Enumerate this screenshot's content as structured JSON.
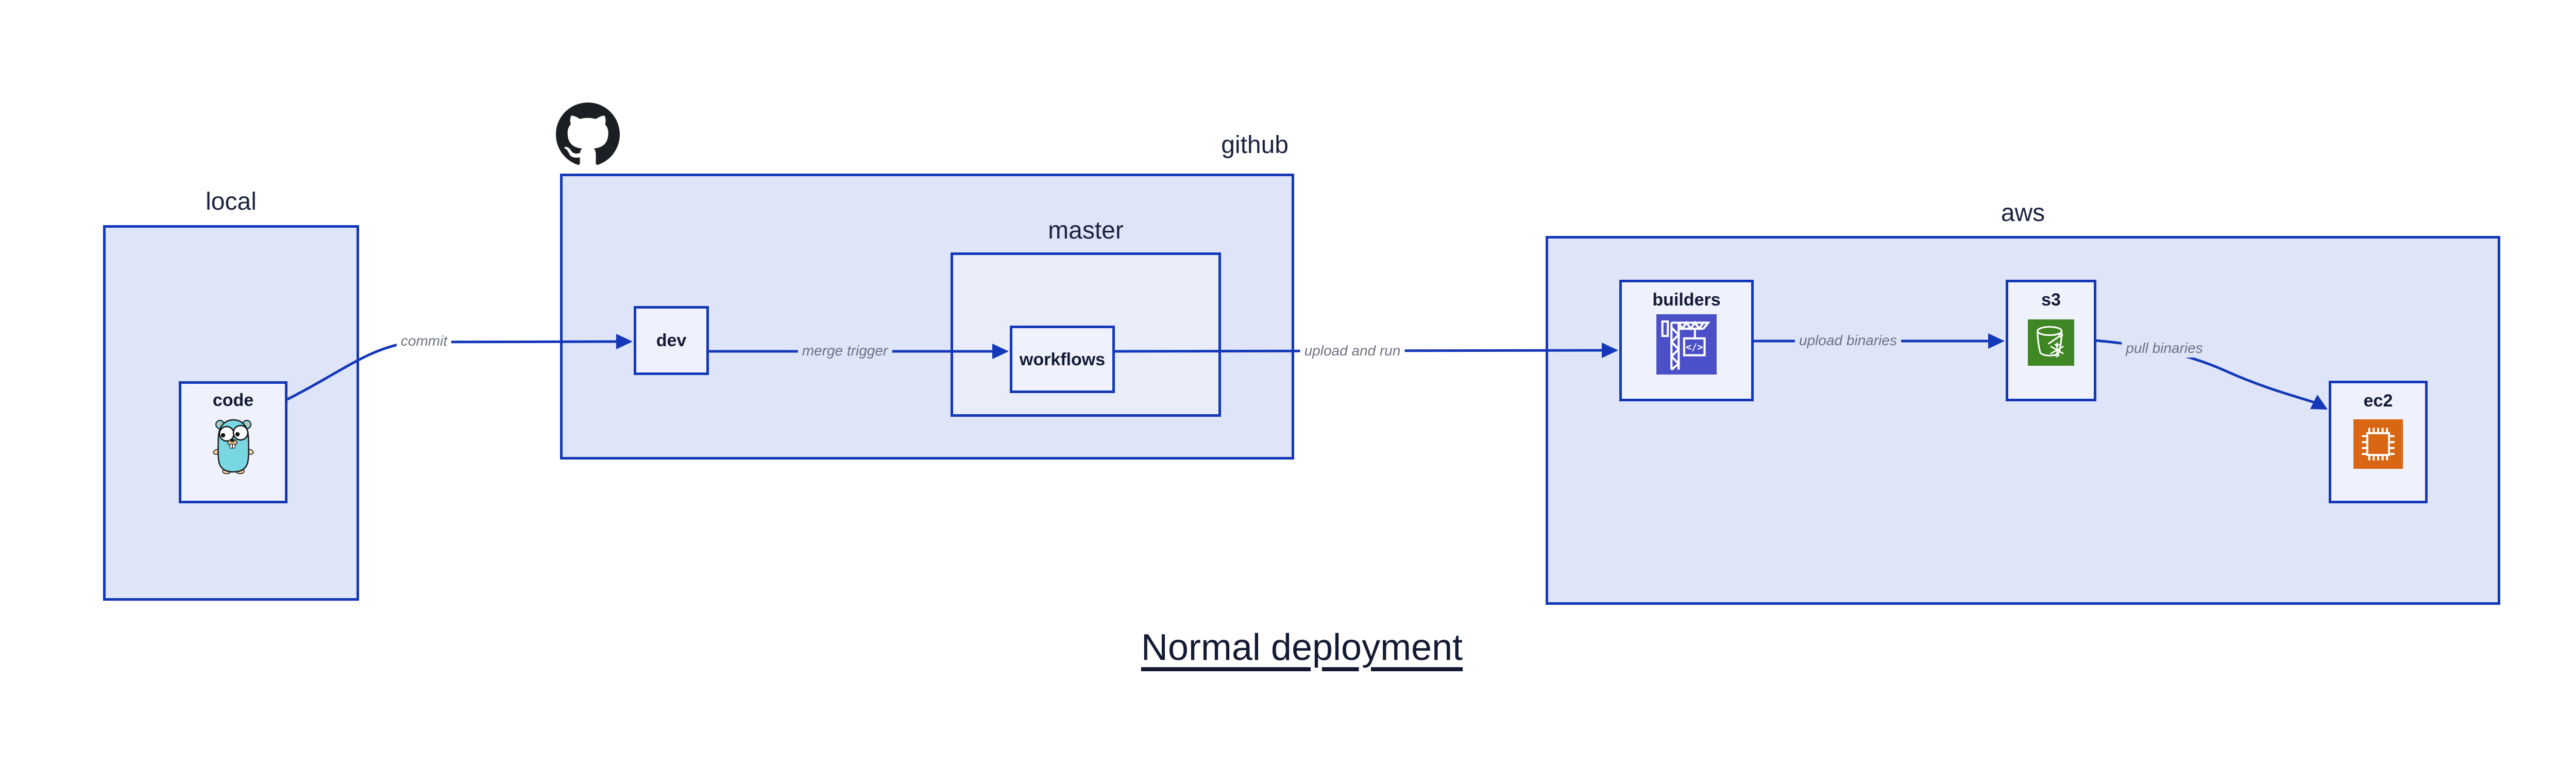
{
  "title": {
    "text": "Normal deployment"
  },
  "colors": {
    "line_blue": "#1438b8",
    "group_fill": "#dfe5f8",
    "master_fill": "#e9edfa",
    "node_fill": "#eff2fc",
    "edge_label_gray": "#6b7280",
    "dark_text": "#141a35",
    "github_black": "#1b1f23",
    "gopher_cyan": "#79d7e1",
    "builders_purple": "#4b50c9",
    "s3_green": "#3f8624",
    "ec2_orange": "#d86613"
  },
  "groups": {
    "local": {
      "label": "local"
    },
    "github": {
      "label": "github"
    },
    "master": {
      "label": "master"
    },
    "aws": {
      "label": "aws"
    }
  },
  "nodes": {
    "code": {
      "label": "code",
      "icon": "gopher-icon"
    },
    "dev": {
      "label": "dev"
    },
    "workflows": {
      "label": "workflows"
    },
    "builders": {
      "label": "builders",
      "icon": "codebuild-crane-icon",
      "icon_text": "</>"
    },
    "s3": {
      "label": "s3",
      "icon": "s3-bucket-icon"
    },
    "ec2": {
      "label": "ec2",
      "icon": "ec2-chip-icon"
    }
  },
  "edges": {
    "commit": {
      "label": "commit"
    },
    "merge_trigger": {
      "label": "merge trigger"
    },
    "upload_and_run": {
      "label": "upload and run"
    },
    "upload_binaries": {
      "label": "upload binaries"
    },
    "pull_binaries": {
      "label": "pull binaries"
    }
  },
  "logos": {
    "github_mark": "github-logo-icon"
  }
}
